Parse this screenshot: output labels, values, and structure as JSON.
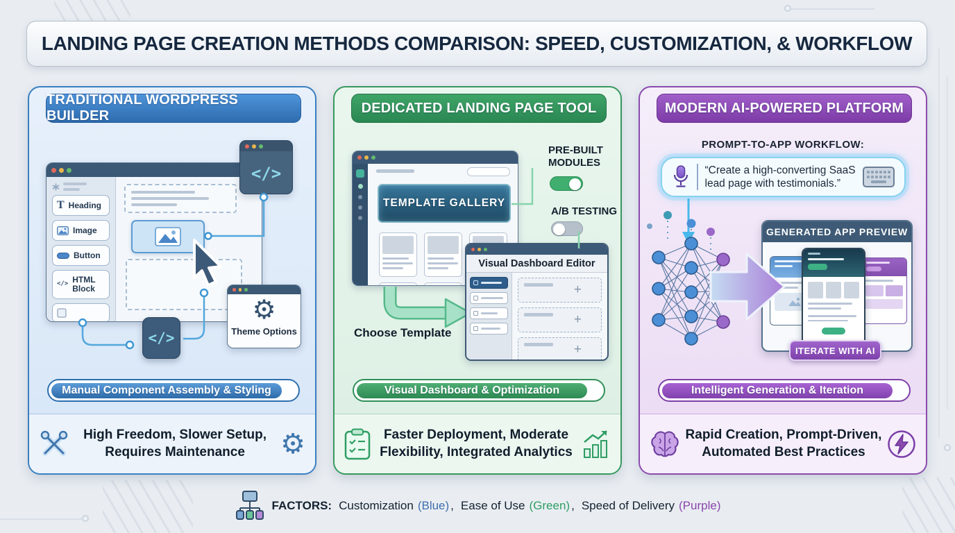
{
  "title": "LANDING PAGE CREATION METHODS COMPARISON: SPEED, CUSTOMIZATION, & WORKFLOW",
  "cards": {
    "wordpress": {
      "header": "TRADITIONAL WORDPRESS BUILDER",
      "accent": "#3a7fc1",
      "components": [
        {
          "label": "Heading",
          "icon": "text-icon"
        },
        {
          "label": "Image",
          "icon": "image-icon"
        },
        {
          "label": "Button",
          "icon": "button-icon"
        },
        {
          "label": "HTML Block",
          "icon": "code-icon"
        }
      ],
      "code_glyph": "</>",
      "theme_window_title": "Theme Options",
      "badge": "Manual Component Assembly & Styling",
      "summary_line1": "High Freedom, Slower Setup,",
      "summary_line2": "Requires Maintenance"
    },
    "landing_tool": {
      "header": "DEDICATED LANDING PAGE TOOL",
      "accent": "#37985e",
      "banner": "TEMPLATE GALLERY",
      "feature_toggle_1": "PRE-BUILT MODULES",
      "feature_toggle_2": "A/B TESTING",
      "arrow_label": "Choose Template",
      "editor_title": "Visual Dashboard Editor",
      "dropzone_plus": "+",
      "badge": "Visual Dashboard & Optimization",
      "summary_line1": "Faster Deployment, Moderate",
      "summary_line2": "Flexibility, Integrated Analytics"
    },
    "ai_platform": {
      "header": "MODERN AI-POWERED PLATFORM",
      "accent": "#8a4bad",
      "workflow_label": "PROMPT-TO-APP WORKFLOW:",
      "prompt_line1": "“Create a high-converting SaaS",
      "prompt_line2": "lead page with testimonials.”",
      "preview_title": "GENERATED APP PREVIEW",
      "iterate_button": "ITERATE WITH AI",
      "badge": "Intelligent Generation & Iteration",
      "summary_line1": "Rapid Creation, Prompt-Driven,",
      "summary_line2": "Automated Best Practices"
    }
  },
  "legend": {
    "prefix": "FACTORS:",
    "item1": "Customization",
    "item1_paren": "(Blue)",
    "item1_color": "#3f6fae",
    "comma1": ",",
    "item2": "Ease of Use",
    "item2_paren": "(Green)",
    "item2_color": "#2f9e63",
    "comma2": ",",
    "item3": "Speed of Delivery",
    "item3_paren": "(Purple)",
    "item3_color": "#8a46ad"
  }
}
